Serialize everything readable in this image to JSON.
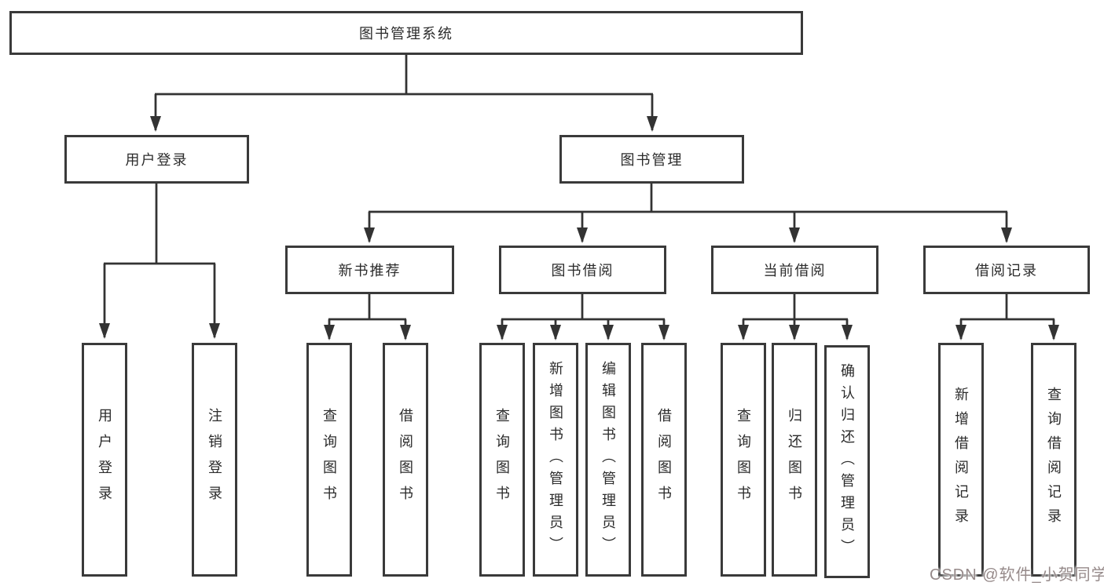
{
  "title": "图书管理系统",
  "branches": [
    {
      "label": "用户登录",
      "children": [
        "用户登录",
        "注销登录"
      ]
    },
    {
      "label": "图书管理",
      "groups": [
        {
          "label": "新书推荐",
          "children": [
            "查询图书",
            "借阅图书"
          ]
        },
        {
          "label": "图书借阅",
          "children": [
            "查询图书",
            "新增图书（管理员）",
            "编辑图书（管理员）",
            "借阅图书"
          ]
        },
        {
          "label": "当前借阅",
          "children": [
            "查询图书",
            "归还图书",
            "确认归还（管理员）"
          ]
        },
        {
          "label": "借阅记录",
          "children": [
            "新增借阅记录",
            "查询借阅记录"
          ]
        }
      ]
    }
  ],
  "watermark": "CSDN @软件_小贺同学",
  "colors": {
    "line": "#333333",
    "box_border": "#3a3a3a",
    "text": "#2b2b2b",
    "watermark": "#968a8a",
    "background": "#ffffff"
  }
}
